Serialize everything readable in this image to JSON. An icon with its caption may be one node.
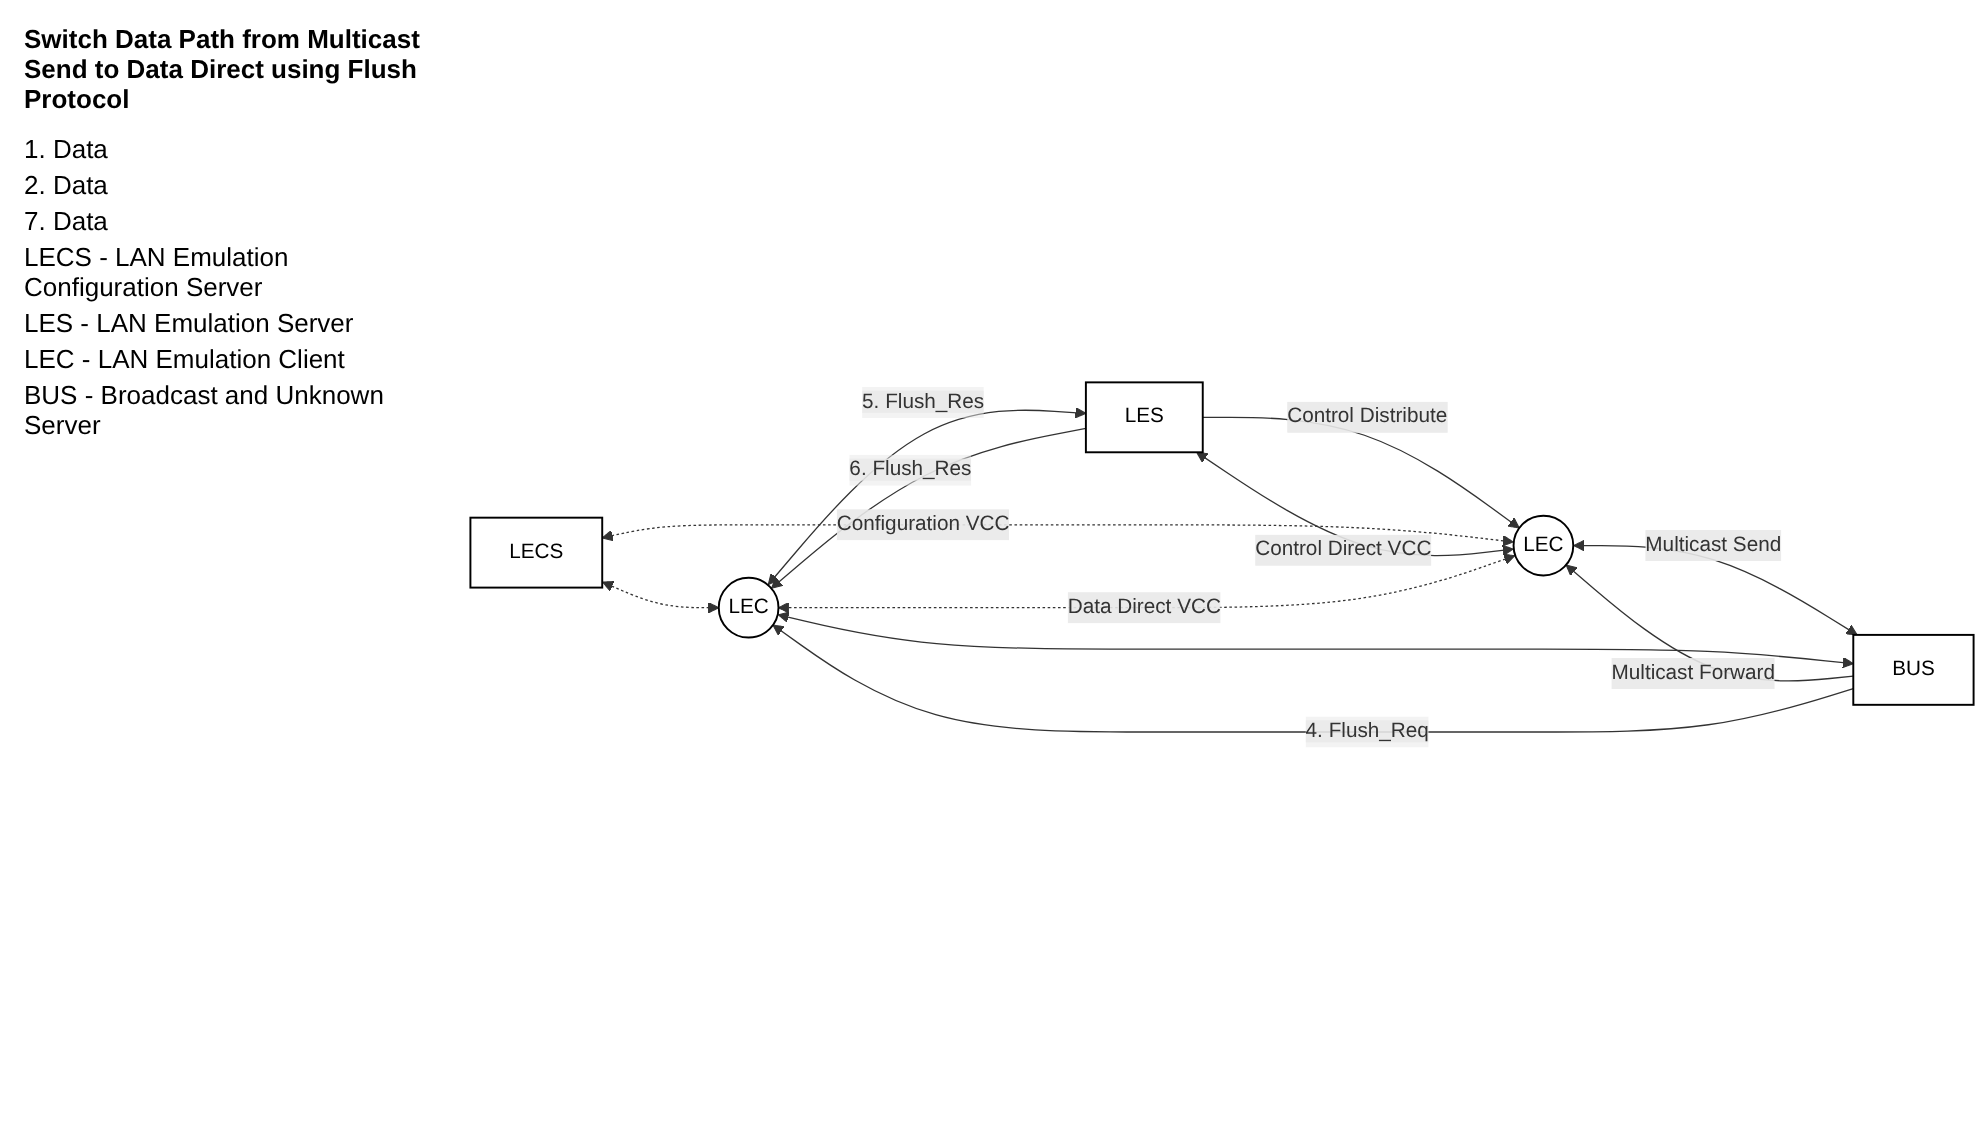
{
  "diagram": {
    "nodes": [
      {
        "text": [
          "LECS"
        ]
      },
      {
        "text": [
          "LES"
        ]
      },
      {
        "text": [
          "LEC"
        ]
      },
      {
        "text": [
          "BUS"
        ]
      },
      {
        "text": [
          "LEC"
        ]
      }
    ],
    "edges": [
      {
        "from": 2,
        "to": 0,
        "arrow": "both",
        "style": "dashed",
        "label": "Configuration VCC"
      },
      {
        "from": 0,
        "to": 4,
        "arrow": "both",
        "style": "dashed"
      },
      {
        "from": 2,
        "to": 1,
        "arrow": "both",
        "label": "Control Direct VCC"
      },
      {
        "from": 4,
        "to": 1,
        "arrow": "both",
        "label": "5. Flush_Res"
      },
      {
        "from": 1,
        "to": 2,
        "arrow": "to",
        "label": "Control Distribute"
      },
      {
        "from": 1,
        "to": 4,
        "arrow": "to",
        "label": "6. Flush_Res"
      },
      {
        "from": 2,
        "to": 3,
        "arrow": "both",
        "label": "Multicast Send"
      },
      {
        "from": 4,
        "to": 3,
        "arrow": "both"
      },
      {
        "from": 3,
        "to": 2,
        "arrow": "to",
        "label": "Multicast Forward"
      },
      {
        "from": 3,
        "to": 4,
        "arrow": "to",
        "label": "4. Flush_Req"
      },
      {
        "from": 2,
        "to": 4,
        "arrow": "both",
        "style": "dashed",
        "label": "Data Direct VCC"
      }
    ],
    "labels": [
      "Switch Data Path from Multicast Send to Data Direct using Flush Protocol",
      "1. Data",
      "2. Data",
      "7. Data",
      "LECS - LAN Emulation Configuration Server",
      "LES - LAN Emulation Server",
      "LEC - LAN Emulation Client",
      "BUS - Broadcast and Unknown Server"
    ]
  }
}
